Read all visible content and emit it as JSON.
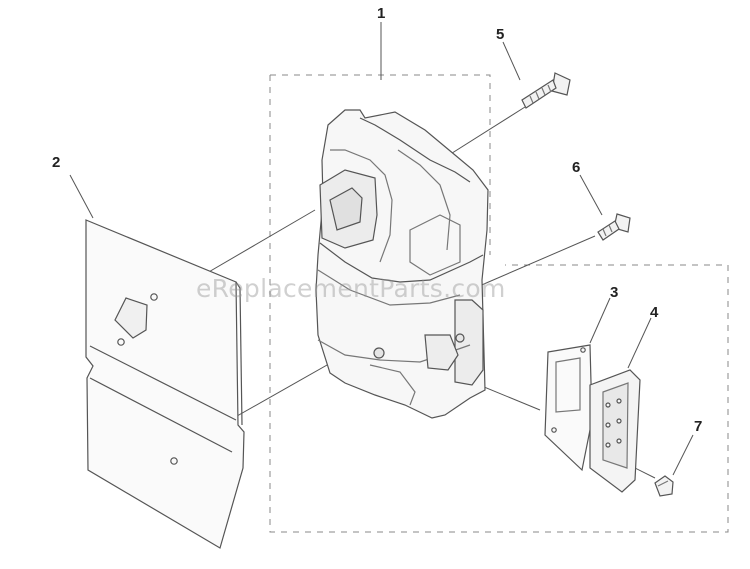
{
  "callouts": {
    "c1": "1",
    "c2": "2",
    "c3": "3",
    "c4": "4",
    "c5": "5",
    "c6": "6",
    "c7": "7"
  },
  "watermark": "eReplacementParts.com",
  "colors": {
    "line": "#555555",
    "dash": "#888888",
    "shade": "#bdbdbd"
  }
}
